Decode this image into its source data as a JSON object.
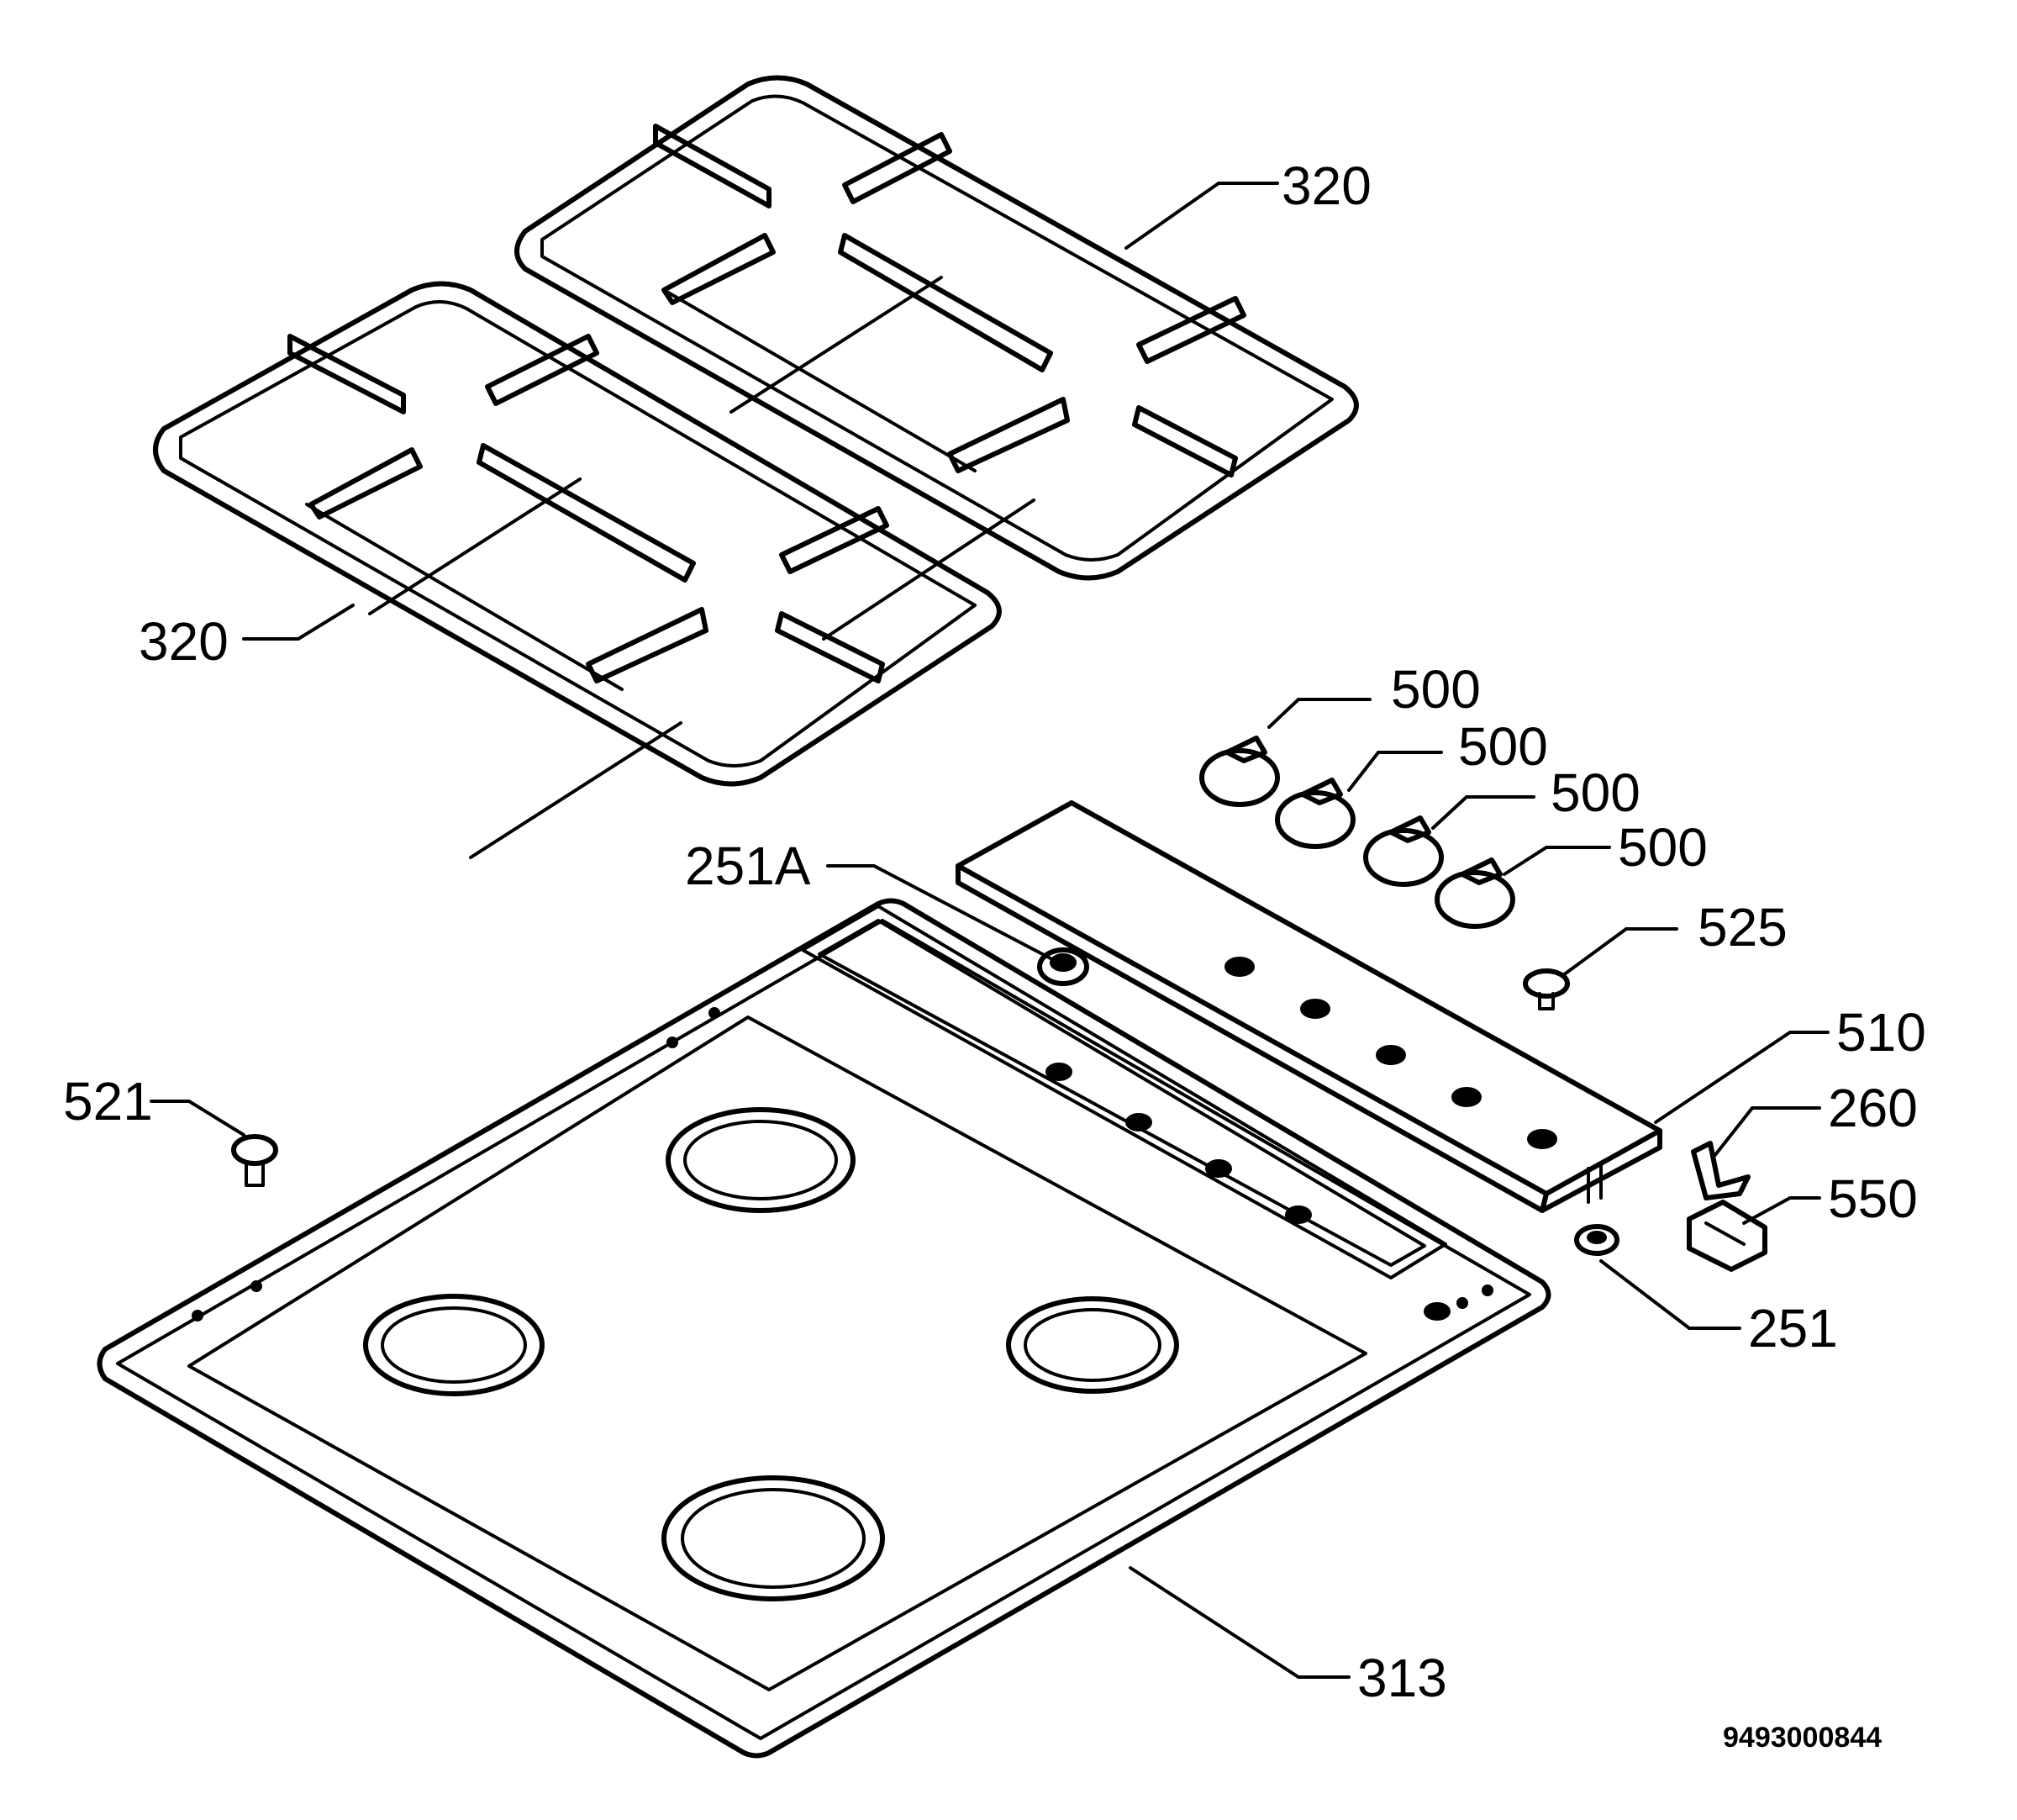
{
  "callouts": {
    "grate_back": "320",
    "grate_front": "320",
    "knob_1": "500",
    "knob_2": "500",
    "knob_3": "500",
    "knob_4": "500",
    "part_251a": "251A",
    "part_525": "525",
    "part_510": "510",
    "part_260": "260",
    "part_550": "550",
    "part_521": "521",
    "part_251": "251",
    "part_313": "313"
  },
  "document_number": "9493000844"
}
